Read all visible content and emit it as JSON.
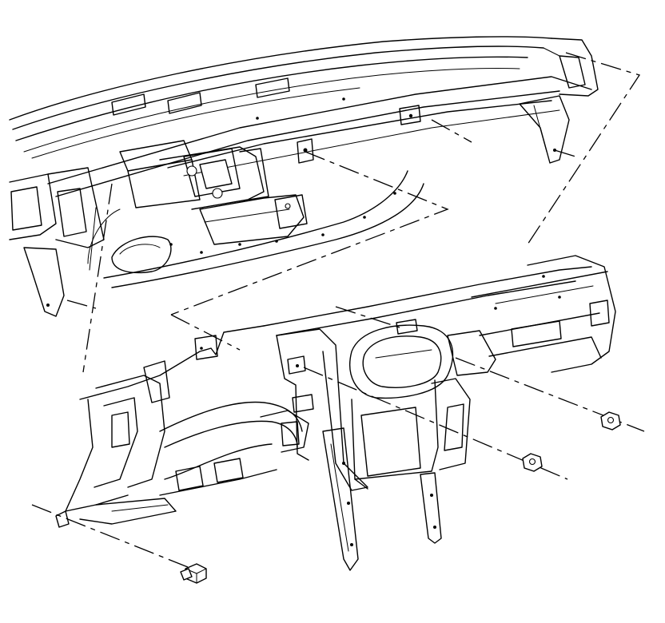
{
  "diagram": {
    "description_text": "",
    "background": "#ffffff",
    "line_color": "#000000",
    "parts": [
      {
        "id": "cowl-crossbar",
        "role": "vehicle dash / cowl structure"
      },
      {
        "id": "instrument-panel-carrier",
        "role": "IP carrier being installed"
      },
      {
        "id": "bolt",
        "count": 1
      },
      {
        "id": "nut",
        "count": 2
      }
    ]
  }
}
